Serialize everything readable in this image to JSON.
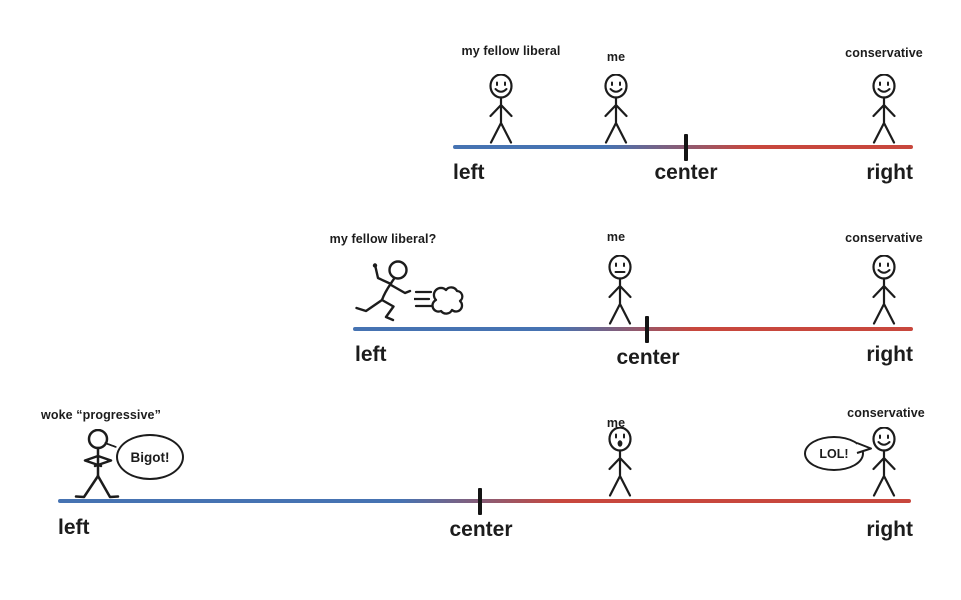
{
  "diagram": {
    "colors": {
      "left_blue": "#4673b2",
      "right_red": "#c8473d",
      "ink": "#1c1c1c"
    },
    "rows": [
      {
        "figures": {
          "liberal": {
            "label": "my fellow liberal",
            "face": "smiley"
          },
          "me": {
            "label": "me",
            "face": "smiley"
          },
          "conservative": {
            "label": "conservative",
            "face": "smiley"
          }
        },
        "axis": {
          "left": "left",
          "center": "center",
          "right": "right"
        }
      },
      {
        "figures": {
          "liberal": {
            "label": "my fellow liberal?",
            "pose": "running-away"
          },
          "me": {
            "label": "me",
            "face": "neutral"
          },
          "conservative": {
            "label": "conservative",
            "face": "smiley"
          }
        },
        "axis": {
          "left": "left",
          "center": "center",
          "right": "right"
        }
      },
      {
        "figures": {
          "progressive": {
            "label": "woke “progressive”",
            "pose": "arms-crossed",
            "speech": "Bigot!"
          },
          "me": {
            "label": "me",
            "face": "shocked"
          },
          "conservative": {
            "label": "conservative",
            "face": "smiley",
            "speech": "LOL!"
          }
        },
        "axis": {
          "left": "left",
          "center": "center",
          "right": "right"
        }
      }
    ]
  }
}
